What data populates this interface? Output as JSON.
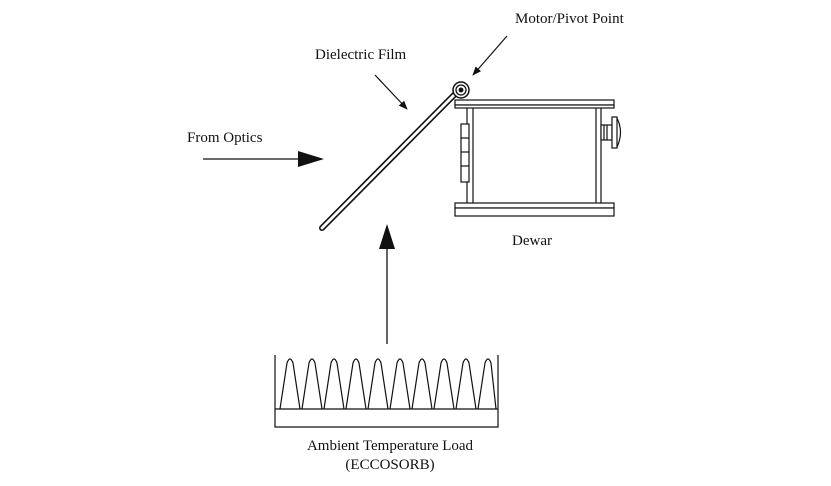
{
  "labels": {
    "motor_pivot": "Motor/Pivot Point",
    "dielectric_film": "Dielectric Film",
    "from_optics": "From Optics",
    "dewar": "Dewar",
    "load_line1": "Ambient Temperature Load",
    "load_line2": "(ECCOSORB)"
  },
  "colors": {
    "stroke": "#111111",
    "background": "#ffffff"
  }
}
